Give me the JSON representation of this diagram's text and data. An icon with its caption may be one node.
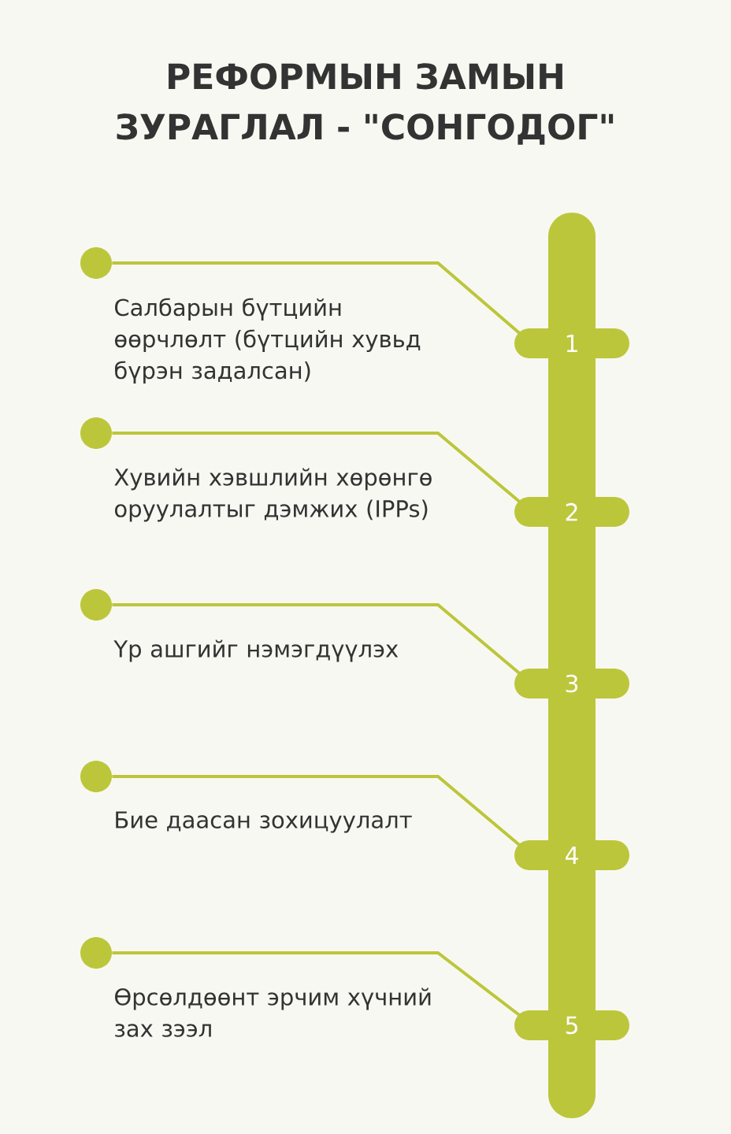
{
  "diagram": {
    "title": "РЕФОРМЫН ЗАМЫН ЗУРАГЛАЛ - \"СОНГОДОГ\"",
    "nodes": [
      {
        "text": [],
        "shape": "bar"
      },
      {
        "text": [],
        "shape": "circle",
        "beside": [
          "Салбарын бүтцийн өөрчлөлт (бүтцийн хувьд бүрэн задалсан)"
        ]
      },
      {
        "text": [
          "1"
        ]
      },
      {
        "text": [],
        "shape": "circle",
        "beside": [
          "Хувийн хэвшлийн хөрөнгө оруулалтыг дэмжих (IPPs)"
        ]
      },
      {
        "text": [
          "2"
        ]
      },
      {
        "text": [],
        "shape": "circle",
        "beside": [
          "Үр ашгийг нэмэгдүүлэх"
        ]
      },
      {
        "text": [
          "3"
        ]
      },
      {
        "text": [],
        "shape": "circle",
        "beside": [
          "Бие даасан зохицуулалт"
        ]
      },
      {
        "text": [
          "4"
        ]
      },
      {
        "text": [],
        "shape": "circle",
        "beside": [
          "Өрсөлдөөнт эрчим хүчний зах зээл"
        ]
      },
      {
        "text": [
          "5"
        ]
      }
    ],
    "edges": [
      {
        "from": 1,
        "to": 2,
        "arrow": "none"
      },
      {
        "from": 3,
        "to": 4,
        "arrow": "none"
      },
      {
        "from": 5,
        "to": 6,
        "arrow": "none"
      },
      {
        "from": 7,
        "to": 8,
        "arrow": "none"
      },
      {
        "from": 9,
        "to": 10,
        "arrow": "none"
      }
    ]
  }
}
